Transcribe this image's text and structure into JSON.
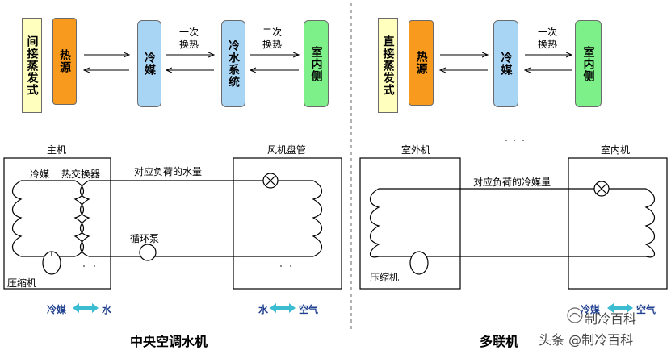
{
  "left_panel": {
    "flow_boxes": [
      {
        "text": "间接蒸发式",
        "color": "#ffffbe"
      },
      {
        "text": "热源",
        "color": "#f79a1e"
      },
      {
        "text": "冷媒",
        "color": "#a9d5f5"
      },
      {
        "text": "冷水系统",
        "color": "#a9d5f5"
      },
      {
        "text": "室内侧",
        "color": "#7ef08a"
      }
    ],
    "exchange_labels": [
      "一次\n换热",
      "二次\n换热"
    ],
    "host_label": "主机",
    "fan_coil_label": "风机盘管",
    "refrigerant_label": "冷媒",
    "heat_exchanger_label": "热交换器",
    "load_water_label": "对应负荷的水量",
    "pump_label": "循环泵",
    "compressor_label": "压缩机",
    "legend_left_a": "冷媒",
    "legend_left_b": "水",
    "legend_right_a": "水",
    "legend_right_b": "空气",
    "title": "中央空调水机"
  },
  "right_panel": {
    "flow_boxes": [
      {
        "text": "直接蒸发式",
        "color": "#ffffbe"
      },
      {
        "text": "热源",
        "color": "#f79a1e"
      },
      {
        "text": "冷媒",
        "color": "#a9d5f5"
      },
      {
        "text": "室内侧",
        "color": "#7ef08a"
      }
    ],
    "exchange_label": "一次\n换热",
    "outdoor_label": "室外机",
    "indoor_label": "室内机",
    "load_refrigerant_label": "对应负荷的冷媒量",
    "compressor_label": "压缩机",
    "legend_a": "冷媒",
    "legend_b": "空气",
    "title": "多联机"
  },
  "watermark": {
    "brand_1": "制冷百科",
    "brand_2": "头条 @制冷百科"
  },
  "colors": {
    "arrow_teal": "#3bbcd0",
    "legend_text": "#1f3f8f"
  }
}
